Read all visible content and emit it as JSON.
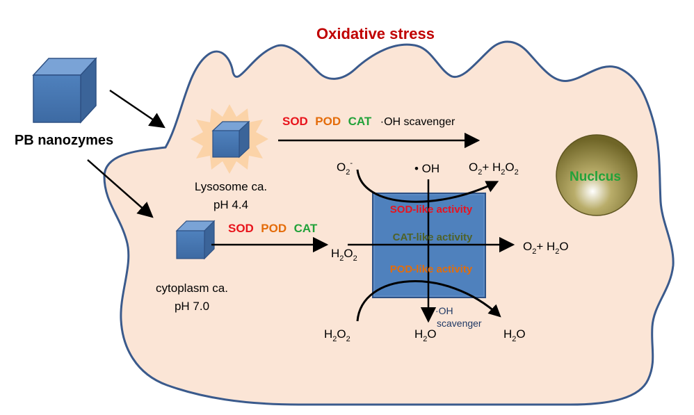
{
  "title": "Oxidative stress",
  "nanozyme_label": "PB nanozymes",
  "nucleus_label": "Nuclcus",
  "lysosome": {
    "line1": "Lysosome ca.",
    "line2": "pH 4.4"
  },
  "cytoplasm": {
    "line1": "cytoplasm ca.",
    "line2": "pH 7.0"
  },
  "top_pathway": {
    "sod": "SOD",
    "pod": "POD",
    "cat": "CAT",
    "extra": "·OH scavenger"
  },
  "mid_pathway": {
    "sod": "SOD",
    "pod": "POD",
    "cat": "CAT"
  },
  "activities": {
    "sod": "SOD-like activity",
    "cat": "CAT-like activity",
    "pod": "POD-like activity"
  },
  "scavenger": {
    "line1": "·OH",
    "line2": "scavenger"
  },
  "species": {
    "superoxide": {
      "base": "O",
      "sub": "2",
      "sup": "-"
    },
    "hydroxyl": "• OH",
    "o2_h2o2": {
      "a": "O",
      "a_sub": "2",
      "mid": "+ H",
      "b_sub": "2",
      "c": "O",
      "c_sub": "2"
    },
    "h2o2_left": {
      "a": "H",
      "a_sub": "2",
      "b": "O",
      "b_sub": "2"
    },
    "o2_h2o": {
      "a": "O",
      "a_sub": "2",
      "rest": "+ H",
      "b_sub": "2",
      "c": "O"
    },
    "h2o2_bottom": {
      "a": "H",
      "a_sub": "2",
      "b": "O",
      "b_sub": "2"
    },
    "h2o_mid": {
      "a": "H",
      "a_sub": "2",
      "b": "O"
    },
    "h2o_right": {
      "a": "H",
      "a_sub": "2",
      "b": "O"
    }
  },
  "colors": {
    "title": "#c00000",
    "cell_fill": "#fbe5d6",
    "cell_stroke": "#3a5a8c",
    "cube_front": "#4f81bd",
    "cube_top": "#7aa3d6",
    "cube_side": "#3b6499",
    "sod": "#e8141c",
    "pod": "#e46c0a",
    "cat": "#22a23a",
    "cat_activity": "#4f6228",
    "nucleus": "#8a7d3a",
    "nucleus_text": "#22a23a",
    "scavenger_text": "#1f3864"
  },
  "icons": [
    "large-cube-icon",
    "lysosome-cube-icon",
    "cytoplasm-cube-icon",
    "central-cube-icon",
    "starburst-icon",
    "nucleus-sphere-icon"
  ]
}
